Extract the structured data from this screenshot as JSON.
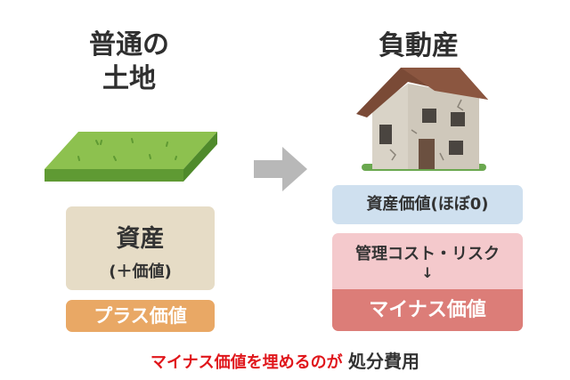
{
  "left": {
    "title_line1": "普通の",
    "title_line2": "土地",
    "asset_box": {
      "label": "資産",
      "sub": "(＋価値)"
    },
    "value_badge": "プラス価値"
  },
  "right": {
    "title": "負動産",
    "asset_value": "資産価値(ほぼ0)",
    "cost_risk": "管理コスト・リスク",
    "down_arrow": "↓",
    "negative_value": "マイナス価値"
  },
  "footer": {
    "red_text": "マイナス価値を埋めるのが",
    "black_text": "処分費用"
  },
  "colors": {
    "asset_box": "#e6dcc6",
    "plus_badge": "#e9a865",
    "blue_box": "#cfe0ef",
    "pink_box": "#f4c9cc",
    "red_box": "#dc7d78",
    "footer_red": "#e0161b"
  }
}
